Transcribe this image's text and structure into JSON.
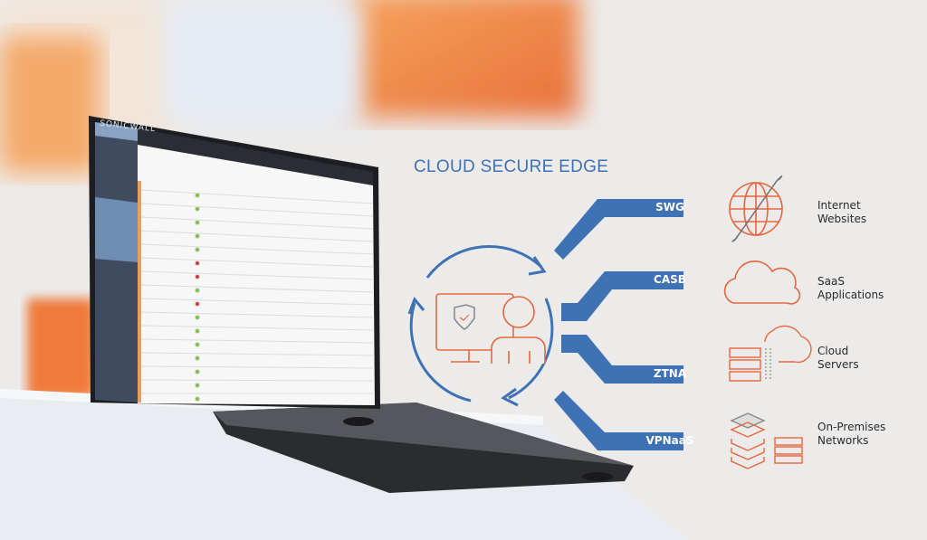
{
  "title": "CLOUD SECURE EDGE",
  "colors": {
    "accent_blue": "#3f72b5",
    "icon_orange": "#e8663d",
    "background": "#ecebea"
  },
  "laptop": {
    "logo": "SONICWALL"
  },
  "services": [
    {
      "label": "SWG",
      "destination_line1": "Internet",
      "destination_line2": "Websites",
      "icon": "globe-icon"
    },
    {
      "label": "CASB",
      "destination_line1": "SaaS",
      "destination_line2": "Applications",
      "icon": "cloud-icon"
    },
    {
      "label": "ZTNA",
      "destination_line1": "Cloud",
      "destination_line2": "Servers",
      "icon": "cloud-server-icon"
    },
    {
      "label": "VPNaaS",
      "destination_line1": "On-Premises",
      "destination_line2": "Networks",
      "icon": "server-stack-icon"
    }
  ],
  "center_icon": "user-monitor-shield-icon"
}
